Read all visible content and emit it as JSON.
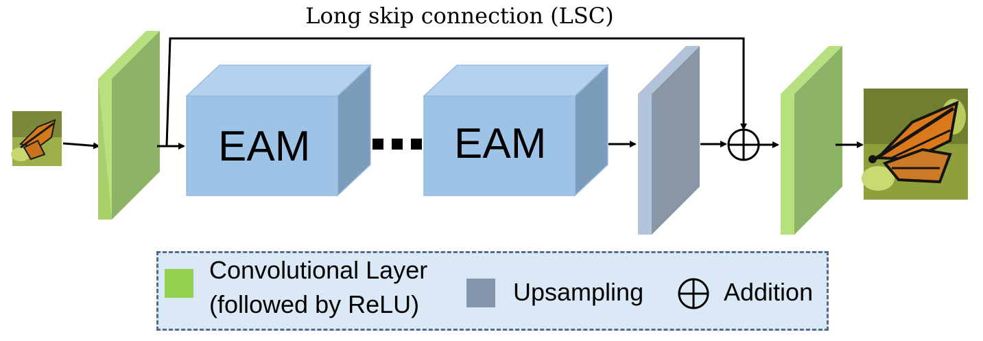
{
  "lsc_label": "Long skip connection (LSC)",
  "blocks": [
    {
      "label": "EAM"
    },
    {
      "label": "EAM"
    }
  ],
  "legend": {
    "conv_line1": "Convolutional Layer",
    "conv_line2": "(followed by ReLU)",
    "upsampling": "Upsampling",
    "addition": "Addition"
  },
  "colors": {
    "conv_face": "#8db366",
    "conv_edge": "#b7e07f",
    "eam_front": "#9dc3e6",
    "eam_top": "#b4d1ee",
    "eam_side": "#7c9cbc",
    "up_face": "#8a97a6",
    "up_edge": "#b3c3d9",
    "legend_conv": "#92d050",
    "legend_up": "#8496b0"
  },
  "icons": {
    "input_image": "butterfly-thumbnail-icon",
    "output_image": "butterfly-photo-icon",
    "addition": "circle-plus-icon"
  }
}
